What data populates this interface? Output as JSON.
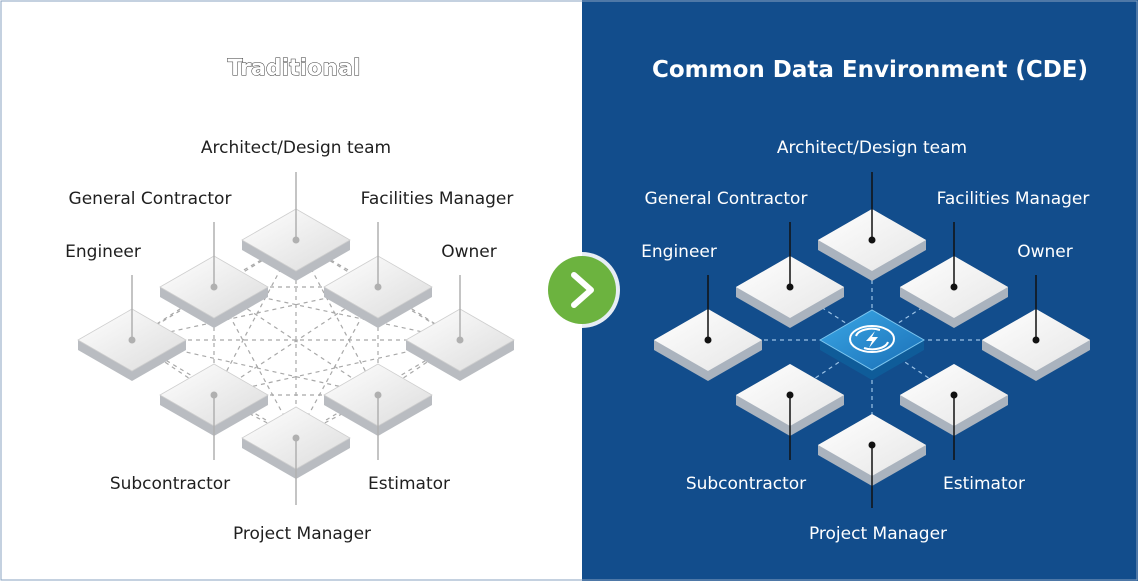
{
  "left_panel": {
    "title": "Traditional",
    "labels": {
      "architect": "Architect/Design team",
      "general_contractor": "General Contractor",
      "facilities_manager": "Facilities Manager",
      "engineer": "Engineer",
      "owner": "Owner",
      "subcontractor": "Subcontractor",
      "estimator": "Estimator",
      "project_manager": "Project Manager"
    }
  },
  "right_panel": {
    "title": "Common Data Environment (CDE)",
    "labels": {
      "architect": "Architect/Design team",
      "general_contractor": "General Contractor",
      "facilities_manager": "Facilities Manager",
      "engineer": "Engineer",
      "owner": "Owner",
      "subcontractor": "Subcontractor",
      "estimator": "Estimator",
      "project_manager": "Project Manager"
    }
  },
  "arrow_icon": "chevron-right-icon",
  "hub_icon": "sync-cloud-icon",
  "colors": {
    "right_background": "#124d8c",
    "arrow_green": "#6cb33f",
    "hub_blue": "#1f86c9"
  }
}
